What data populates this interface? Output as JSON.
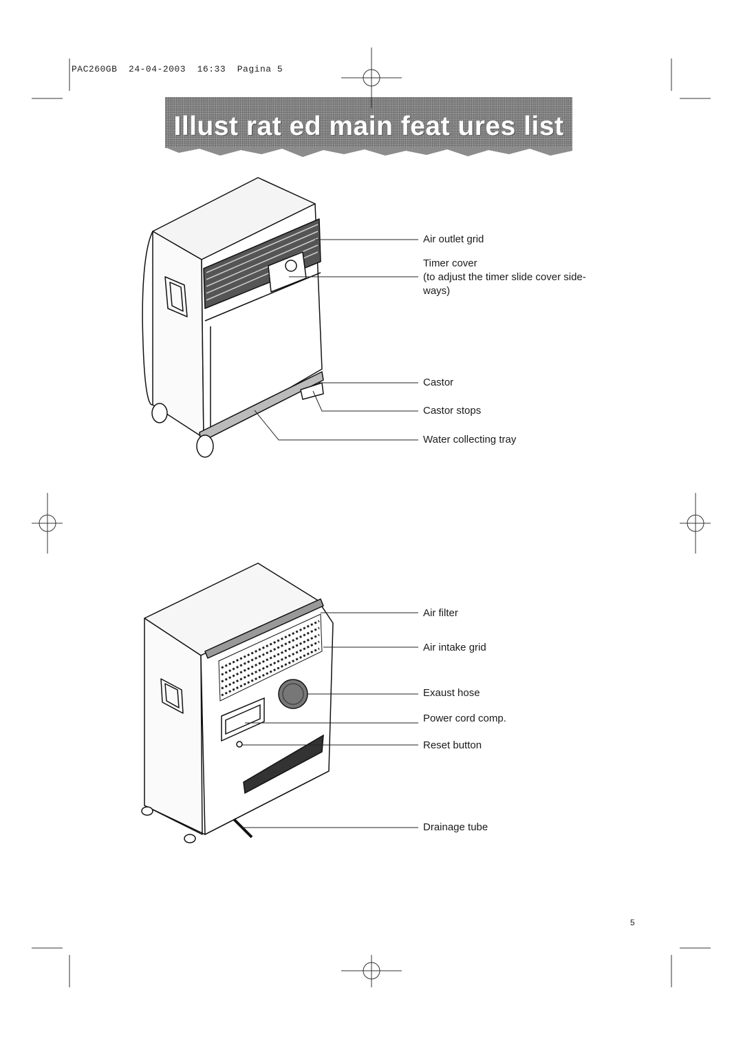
{
  "header": {
    "print_line": "PAC260GB  24-04-2003  16:33  Pagina 5"
  },
  "title": "Illust rat ed main feat ures list",
  "front_view": {
    "labels": {
      "air_outlet_grid": "Air outlet grid",
      "timer_cover": "Timer cover",
      "timer_cover_note_1": "(to adjust the timer slide cover side-",
      "timer_cover_note_2": "ways)",
      "castor": "Castor",
      "castor_stops": "Castor stops",
      "water_collecting_tray": "Water collecting tray"
    }
  },
  "rear_view": {
    "labels": {
      "air_filter": "Air filter",
      "air_intake_grid": "Air intake grid",
      "exaust_hose": "Exaust hose",
      "power_cord_comp": "Power cord comp.",
      "reset_button": "Reset button",
      "drainage_tube": "Drainage tube"
    }
  },
  "footer": {
    "page_number": "5"
  }
}
